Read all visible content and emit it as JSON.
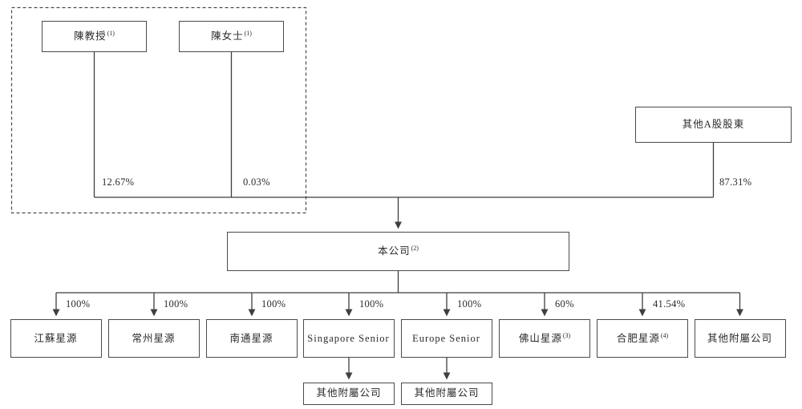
{
  "diagram": {
    "colors": {
      "line": "#3f3f3f",
      "box_border": "#4a4a4a",
      "text": "#2b2b2b",
      "background": "#ffffff"
    },
    "dashed_group_note": "dashed rectangle groups the two Chen shareholders",
    "shareholders": {
      "chen_professor": {
        "label": "陳教授",
        "sup": "(1)",
        "pct": "12.67%"
      },
      "chen_ms": {
        "label": "陳女士",
        "sup": "(1)",
        "pct": "0.03%"
      },
      "other_a_share": {
        "label": "其他A股股東",
        "sup": "",
        "pct": "87.31%"
      }
    },
    "company": {
      "label": "本公司",
      "sup": "(2)"
    },
    "subsidiaries": [
      {
        "label": "江蘇星源",
        "sup": "",
        "pct": "100%"
      },
      {
        "label": "常州星源",
        "sup": "",
        "pct": "100%"
      },
      {
        "label": "南通星源",
        "sup": "",
        "pct": "100%"
      },
      {
        "label": "Singapore Senior",
        "sup": "",
        "pct": "100%"
      },
      {
        "label": "Europe Senior",
        "sup": "",
        "pct": "100%"
      },
      {
        "label": "佛山星源",
        "sup": "(3)",
        "pct": "60%"
      },
      {
        "label": "合肥星源",
        "sup": "(4)",
        "pct": "41.54%"
      },
      {
        "label": "其他附屬公司",
        "sup": "",
        "pct": ""
      }
    ],
    "sub_subsidiaries": [
      {
        "label": "其他附屬公司",
        "parent": "Singapore Senior"
      },
      {
        "label": "其他附屬公司",
        "parent": "Europe Senior"
      }
    ]
  }
}
